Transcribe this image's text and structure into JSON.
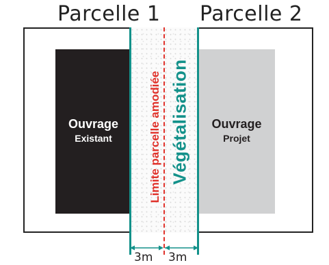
{
  "parcels": {
    "left_title": "Parcelle 1",
    "right_title": "Parcelle 2"
  },
  "blocks": {
    "existing": {
      "main": "Ouvrage",
      "sub": "Existant"
    },
    "project": {
      "main": "Ouvrage",
      "sub": "Projet"
    }
  },
  "strip": {
    "limit_label": "Limite parcelle amodiée",
    "vegetation_label": "Végétalisation"
  },
  "dimensions": {
    "left": "3m",
    "right": "3m"
  },
  "colors": {
    "teal": "#13918a",
    "red": "#e0312a",
    "existing_block": "#231f20",
    "project_block": "#d0d1d2"
  }
}
